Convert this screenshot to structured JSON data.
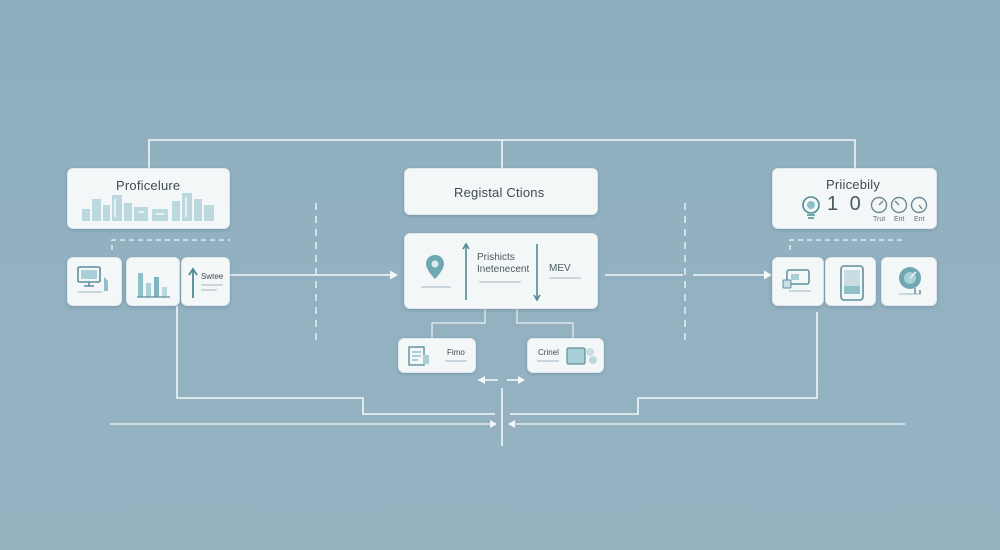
{
  "left": {
    "header": "Proficelure",
    "card_label": "Swtee"
  },
  "center": {
    "header": "Registal Ctions",
    "main_line1": "Prishicts",
    "main_line2": "Inetenecent",
    "main_right": "MEV",
    "sub_left_label": "Fimo",
    "sub_right_label": "Crinel"
  },
  "right": {
    "header": "Priicebily",
    "digits": "1 0",
    "dial_labels": [
      "Trut",
      "Ent",
      "Ent"
    ]
  },
  "colors": {
    "background": "#8fafbf",
    "card": "#f4f7f8",
    "accent": "#6fa8b2",
    "line": "#f3f7f8"
  }
}
